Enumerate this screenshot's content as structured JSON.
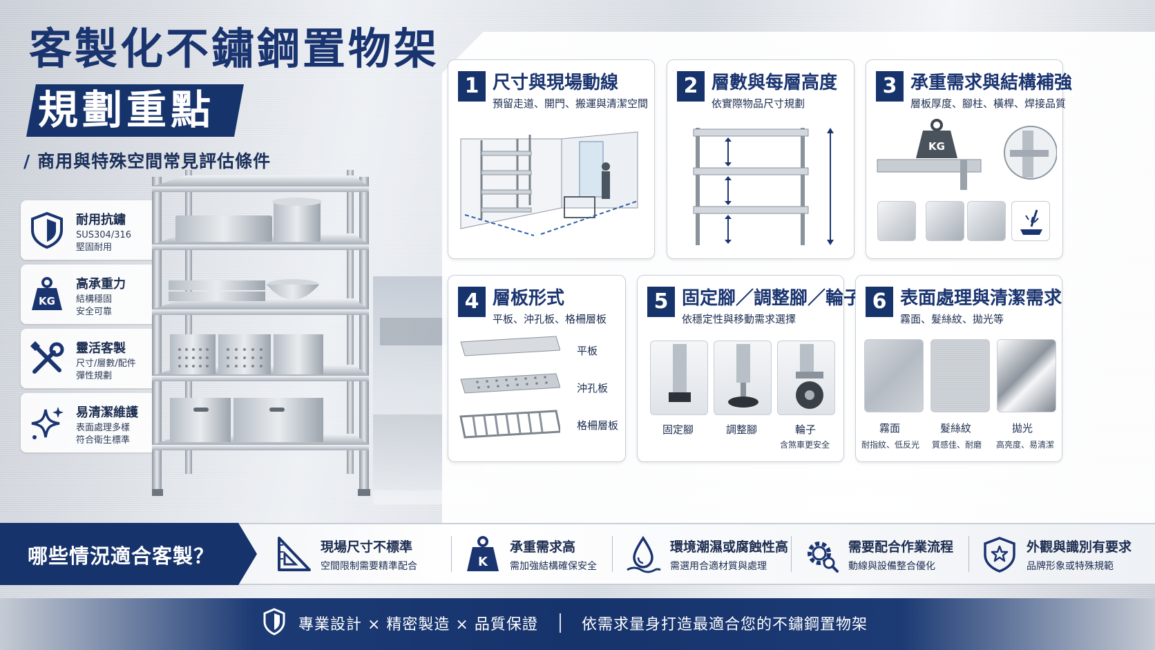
{
  "title": {
    "main": "客製化不鏽鋼置物架",
    "highlight": "規劃重點",
    "subtitle": "商用與特殊空間常見評估條件"
  },
  "features": [
    {
      "icon": "shield-icon",
      "title": "耐用抗鏽",
      "line1": "SUS304/316",
      "line2": "堅固耐用"
    },
    {
      "icon": "weight-kg-icon",
      "title": "高承重力",
      "line1": "結構穩固",
      "line2": "安全可靠",
      "icon_text": "KG"
    },
    {
      "icon": "wrench-screwdriver-icon",
      "title": "靈活客製",
      "line1": "尺寸/層數/配件",
      "line2": "彈性規劃"
    },
    {
      "icon": "sparkle-icon",
      "title": "易清潔維護",
      "line1": "表面處理多樣",
      "line2": "符合衛生標準"
    }
  ],
  "cards": [
    {
      "num": "1",
      "title": "尺寸與現場動線",
      "desc": "預留走道、開門、搬運與清潔空間"
    },
    {
      "num": "2",
      "title": "層數與每層高度",
      "desc": "依實際物品尺寸規劃"
    },
    {
      "num": "3",
      "title": "承重需求與結構補強",
      "desc": "層板厚度、腳柱、橫桿、焊接品質",
      "weight_text": "KG"
    },
    {
      "num": "4",
      "title": "層板形式",
      "desc": "平板、沖孔板、格柵層板",
      "options": [
        "平板",
        "沖孔板",
        "格柵層板"
      ]
    },
    {
      "num": "5",
      "title": "固定腳／調整腳／輪子",
      "desc": "依穩定性與移動需求選擇",
      "options": [
        {
          "label": "固定腳",
          "note": ""
        },
        {
          "label": "調整腳",
          "note": ""
        },
        {
          "label": "輪子",
          "note": "含煞車更安全"
        }
      ]
    },
    {
      "num": "6",
      "title": "表面處理與清潔需求",
      "desc": "霧面、髮絲紋、拋光等",
      "options": [
        {
          "label": "霧面",
          "note": "耐指紋、低反光"
        },
        {
          "label": "髮絲紋",
          "note": "質感佳、耐磨"
        },
        {
          "label": "拋光",
          "note": "高亮度、易清潔"
        }
      ]
    }
  ],
  "band": {
    "heading": "哪些情況適合客製？",
    "items": [
      {
        "icon": "ruler-triangle-icon",
        "title": "現場尺寸不標準",
        "desc": "空間限制需要精準配合"
      },
      {
        "icon": "weight-k-icon",
        "title": "承重需求高",
        "desc": "需加強結構確保安全",
        "icon_text": "K"
      },
      {
        "icon": "water-drop-icon",
        "title": "環境潮濕或腐蝕性高",
        "desc": "需選用合適材質與處理"
      },
      {
        "icon": "gear-search-icon",
        "title": "需要配合作業流程",
        "desc": "動線與設備整合優化"
      },
      {
        "icon": "shield-star-icon",
        "title": "外觀與識別有要求",
        "desc": "品牌形象或特殊規範"
      }
    ]
  },
  "footer": {
    "left": "專業設計 × 精密製造 × 品質保證",
    "right": "依需求量身打造最適合您的不鏽鋼置物架"
  },
  "colors": {
    "navy": "#16336c",
    "title_blue": "#1a3470",
    "steel": "#c0c6ce"
  }
}
